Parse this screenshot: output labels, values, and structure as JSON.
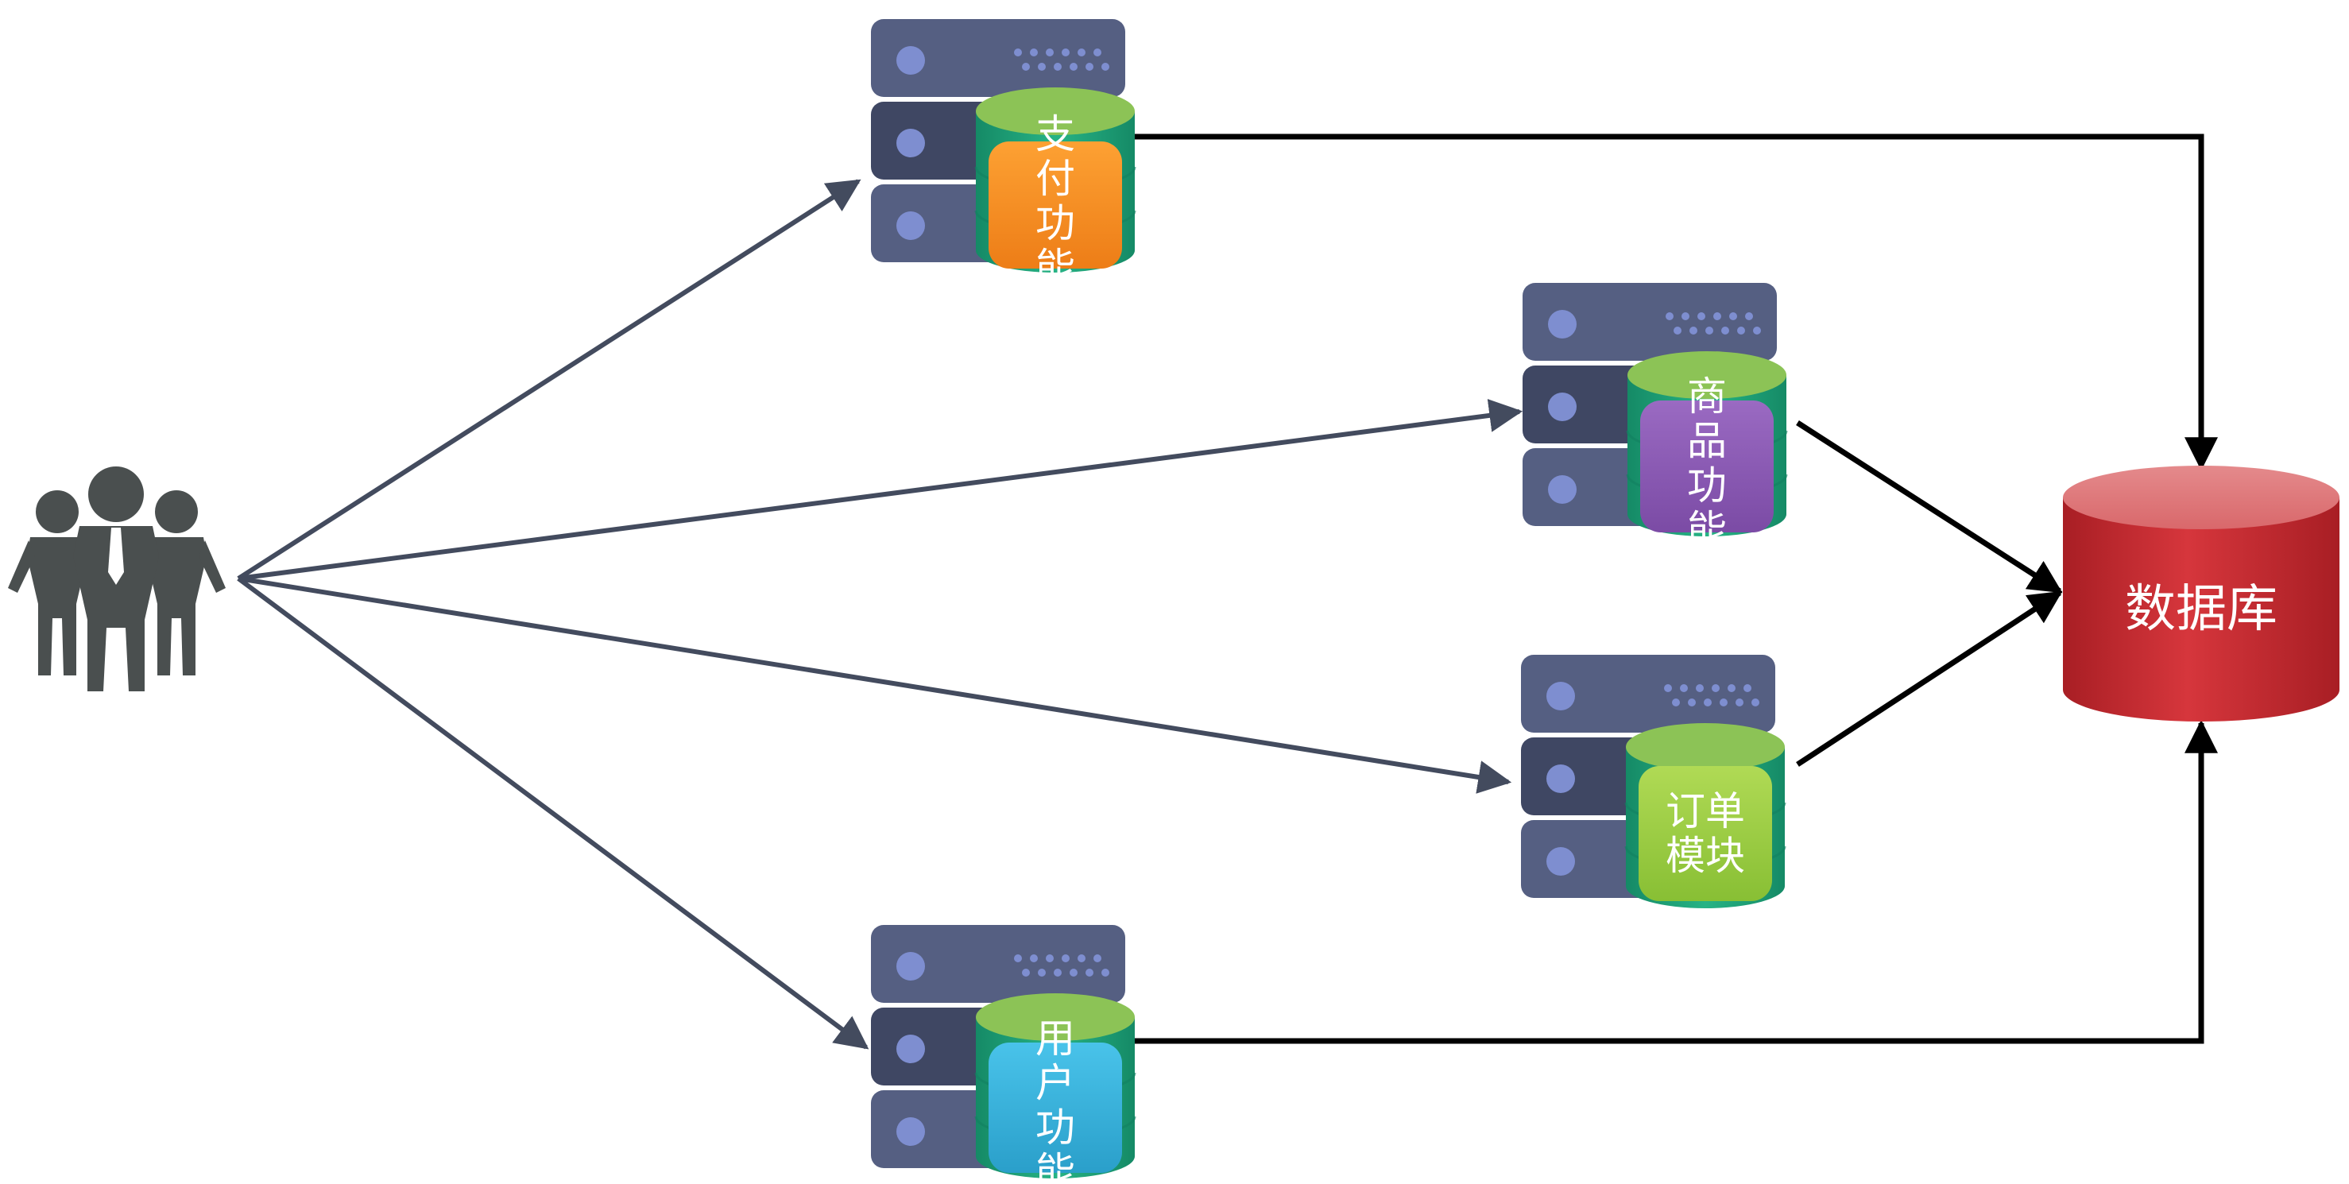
{
  "diagram": {
    "users": {
      "icon": "user-group-icon"
    },
    "modules": {
      "payment": {
        "label_chars": [
          "支",
          "付",
          "功",
          "能"
        ],
        "chip_color": "#f7941d"
      },
      "product": {
        "label_chars": [
          "商",
          "品",
          "功",
          "能"
        ],
        "chip_color": "#8e5cb4"
      },
      "order": {
        "label_lines": [
          "订单",
          "模块"
        ],
        "chip_color": "#9dce3f"
      },
      "user": {
        "label_chars": [
          "用",
          "户",
          "功",
          "能"
        ],
        "chip_color": "#3ab4de"
      }
    },
    "database": {
      "label": "数据库",
      "color": "#d2353b"
    },
    "colors": {
      "server_panel": "#555f82",
      "server_panel_dark": "#3f4763",
      "server_led": "#7e8ed0",
      "cylinder_top": "#8cc356",
      "cylinder_body": "#1fa57d",
      "arrow_user": "#434b5e",
      "arrow_db": "#000000"
    }
  }
}
